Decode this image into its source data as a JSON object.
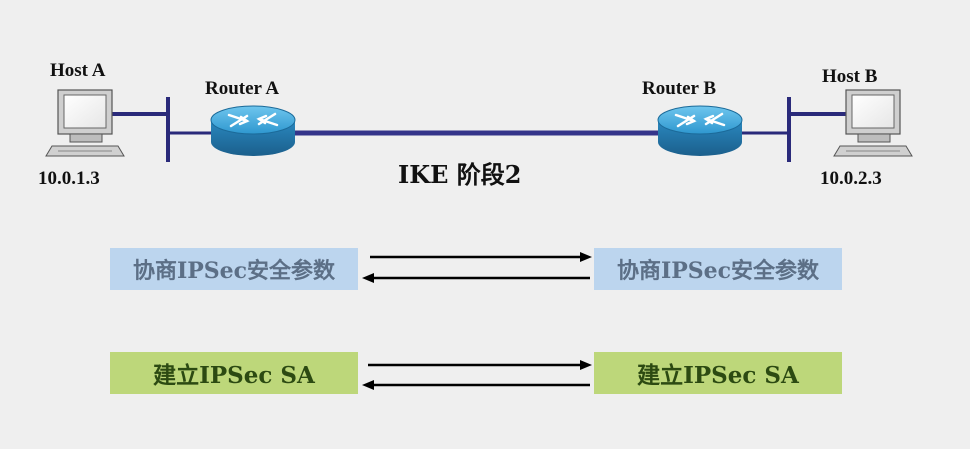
{
  "hosts": {
    "a": {
      "name": "Host A",
      "ip": "10.0.1.3"
    },
    "b": {
      "name": "Host B",
      "ip": "10.0.2.3"
    }
  },
  "routers": {
    "a": {
      "name": "Router A"
    },
    "b": {
      "name": "Router B"
    }
  },
  "phase_label": "IKE 阶段2",
  "rows": [
    {
      "left": "协商IPSec安全参数",
      "right": "协商IPSec安全参数"
    },
    {
      "left": "建立IPSec SA",
      "right": "建立IPSec SA"
    }
  ],
  "colors": {
    "link": "#2a2a7a",
    "router": "#2e97cf",
    "row1_bg": "#bcd5ee",
    "row2_bg": "#bdd77a"
  }
}
